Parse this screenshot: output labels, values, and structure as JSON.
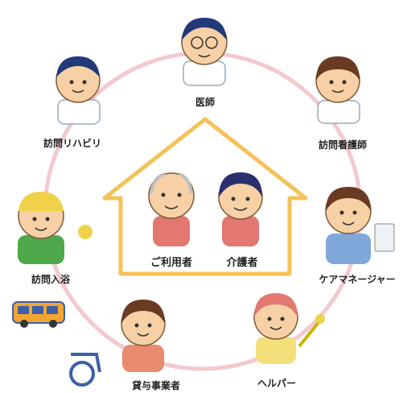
{
  "diagram": {
    "center_people": [
      {
        "id": "user",
        "label": "ご利用者"
      },
      {
        "id": "caregiver",
        "label": "介護者"
      }
    ],
    "roles": [
      {
        "id": "doctor",
        "label": "医師"
      },
      {
        "id": "visiting-nurse",
        "label": "訪問看護師"
      },
      {
        "id": "care-manager",
        "label": "ケアマネージャー"
      },
      {
        "id": "helper",
        "label": "ヘルパー"
      },
      {
        "id": "rental-provider",
        "label": "貸与事業者"
      },
      {
        "id": "visiting-bath",
        "label": "訪問入浴"
      },
      {
        "id": "visiting-rehab",
        "label": "訪問リハビリ"
      }
    ],
    "colors": {
      "ring": "#f2c9cf",
      "house": "#f4c25a",
      "skin": "#f7d1a5"
    }
  }
}
